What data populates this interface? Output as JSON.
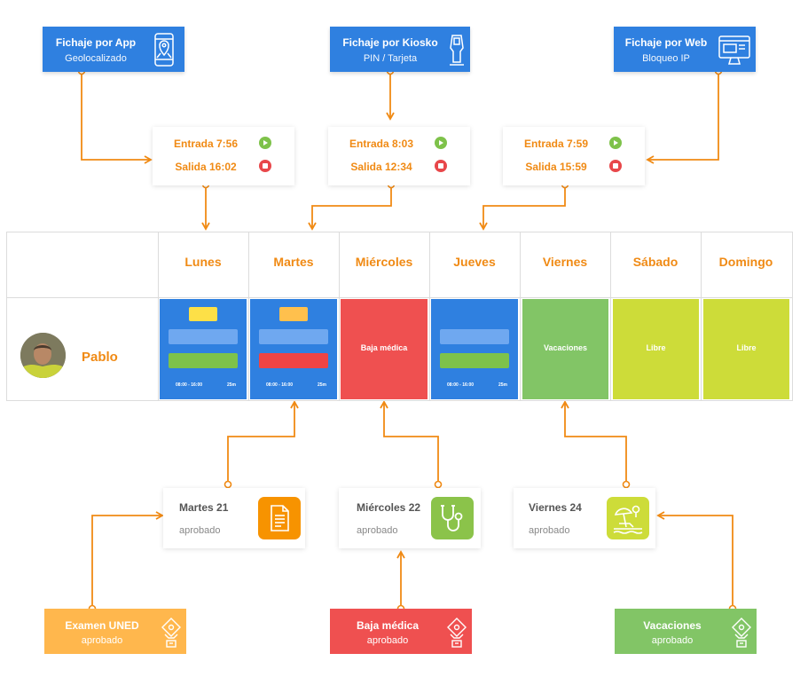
{
  "sources": [
    {
      "title": "Fichaje por App",
      "subtitle": "Geolocalizado",
      "icon": "phone-location-icon"
    },
    {
      "title": "Fichaje por Kiosko",
      "subtitle": "PIN / Tarjeta",
      "icon": "kiosk-icon"
    },
    {
      "title": "Fichaje por Web",
      "subtitle": "Bloqueo IP",
      "icon": "web-monitor-icon"
    }
  ],
  "punches": [
    {
      "entrada": "Entrada 7:56",
      "salida": "Salida 16:02"
    },
    {
      "entrada": "Entrada 8:03",
      "salida": "Salida 12:34"
    },
    {
      "entrada": "Entrada 7:59",
      "salida": "Salida 15:59"
    }
  ],
  "days": [
    "Lunes",
    "Martes",
    "Miércoles",
    "Jueves",
    "Viernes",
    "Sábado",
    "Domingo"
  ],
  "employee": {
    "name": "Pablo"
  },
  "cells": [
    {
      "type": "shift",
      "time": "08:00 - 16:00",
      "duration": "25m",
      "color": "#2f80e0"
    },
    {
      "type": "shift",
      "time": "08:00 - 16:00",
      "duration": "25m",
      "color": "#2f80e0"
    },
    {
      "type": "label",
      "label": "Baja médica",
      "color": "#ef5050"
    },
    {
      "type": "shift",
      "time": "08:00 - 16:00",
      "duration": "25m",
      "color": "#2f80e0"
    },
    {
      "type": "label",
      "label": "Vacaciones",
      "color": "#82c566"
    },
    {
      "type": "label",
      "label": "Libre",
      "color": "#cddc39"
    },
    {
      "type": "label",
      "label": "Libre",
      "color": "#cddc39"
    }
  ],
  "requests": [
    {
      "date": "Martes 21",
      "status": "aprobado",
      "icon": "document-icon",
      "color": "#f79300"
    },
    {
      "date": "Miércoles 22",
      "status": "aprobado",
      "icon": "stethoscope-icon",
      "color": "#8bc34a"
    },
    {
      "date": "Viernes 24",
      "status": "aprobado",
      "icon": "beach-icon",
      "color": "#cddc39"
    }
  ],
  "types": [
    {
      "title": "Examen UNED",
      "subtitle": "aprobado",
      "color": "#ffb74d"
    },
    {
      "title": "Baja médica",
      "subtitle": "aprobado",
      "color": "#ef5050"
    },
    {
      "title": "Vacaciones",
      "subtitle": "aprobado",
      "color": "#82c566"
    }
  ]
}
